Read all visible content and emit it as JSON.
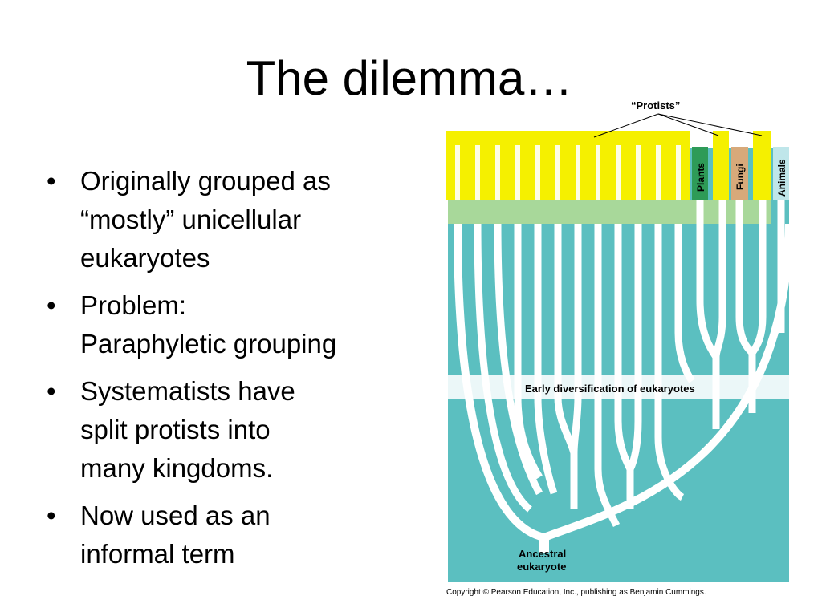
{
  "title": "The dilemma…",
  "bullets": [
    [
      "Originally grouped as",
      "“mostly” unicellular",
      "eukaryotes"
    ],
    [
      "Problem:",
      "Paraphyletic grouping"
    ],
    [
      "Systematists have",
      "split protists into",
      "many kingdoms."
    ],
    [
      "Now used as an",
      "informal term"
    ]
  ],
  "bullet_glyph": "•",
  "figure": {
    "protists_label": "“Protists”",
    "kingdom_labels": {
      "plants": "Plants",
      "fungi": "Fungi",
      "animals": "Animals"
    },
    "band_label": "Early diversification of eukaryotes",
    "ancestor_label": [
      "Ancestral",
      "eukaryote"
    ],
    "colors": {
      "background": "#5bbfc0",
      "protist_highlight": "#f5f000",
      "green_band": "#a8d89a",
      "plants_tab": "#2e9b57",
      "fungi_tab": "#d7a97a",
      "animals_tab": "#bfe6ea",
      "branch": "#ffffff"
    },
    "caption": "Copyright © Pearson Education, Inc., publishing as Benjamin Cummings."
  }
}
